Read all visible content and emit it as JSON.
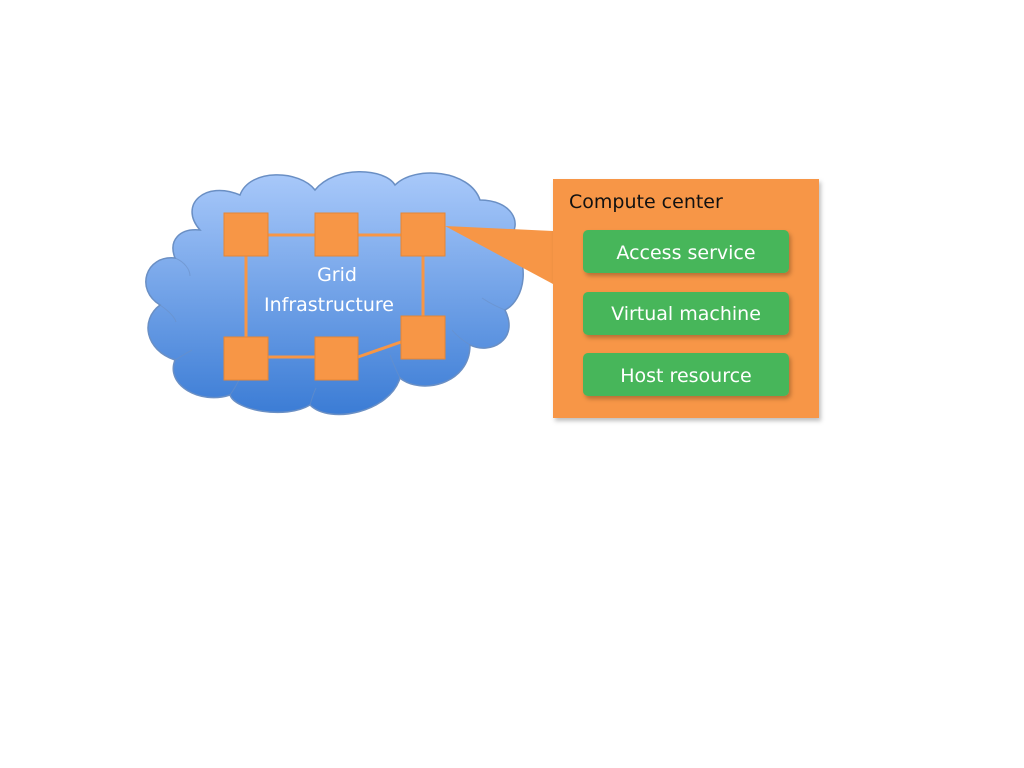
{
  "diagram": {
    "cloud": {
      "label_line1": "Grid",
      "label_line2": "Infrastructure"
    },
    "compute_center": {
      "title": "Compute center",
      "components": [
        {
          "label": "Access service"
        },
        {
          "label": "Virtual machine"
        },
        {
          "label": "Host resource"
        }
      ]
    }
  },
  "colors": {
    "cloud_top": "#a8c8f8",
    "cloud_bottom": "#3d7fd6",
    "cloud_stroke": "#6a8fc4",
    "node_fill": "#f79646",
    "link_stroke": "#f79646",
    "panel_fill": "#f79646",
    "component_fill": "#46b65a",
    "component_text": "#ffffff",
    "title_text": "#111111"
  }
}
